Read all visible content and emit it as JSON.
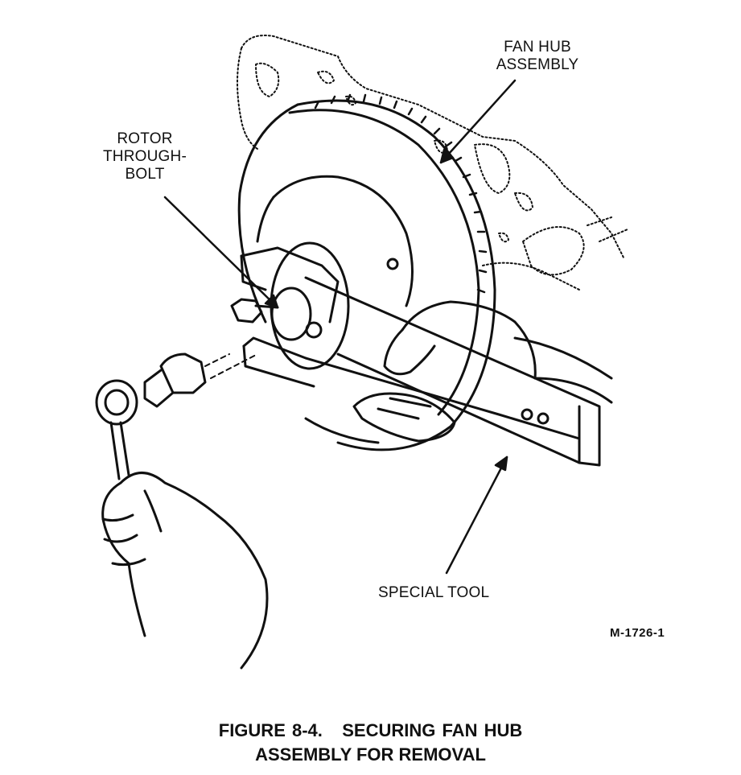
{
  "labels": {
    "fan_hub_line1": "FAN HUB",
    "fan_hub_line2": "ASSEMBLY",
    "rotor_line1": "ROTOR",
    "rotor_line2": "THROUGH-",
    "rotor_line3": "BOLT",
    "special_tool": "SPECIAL TOOL"
  },
  "figure_code": "M-1726-1",
  "caption": {
    "line1": "FIGURE 8-4.   SECURING FAN HUB",
    "line2": "ASSEMBLY FOR REMOVAL"
  },
  "colors": {
    "ink": "#111111",
    "paper": "#ffffff"
  }
}
